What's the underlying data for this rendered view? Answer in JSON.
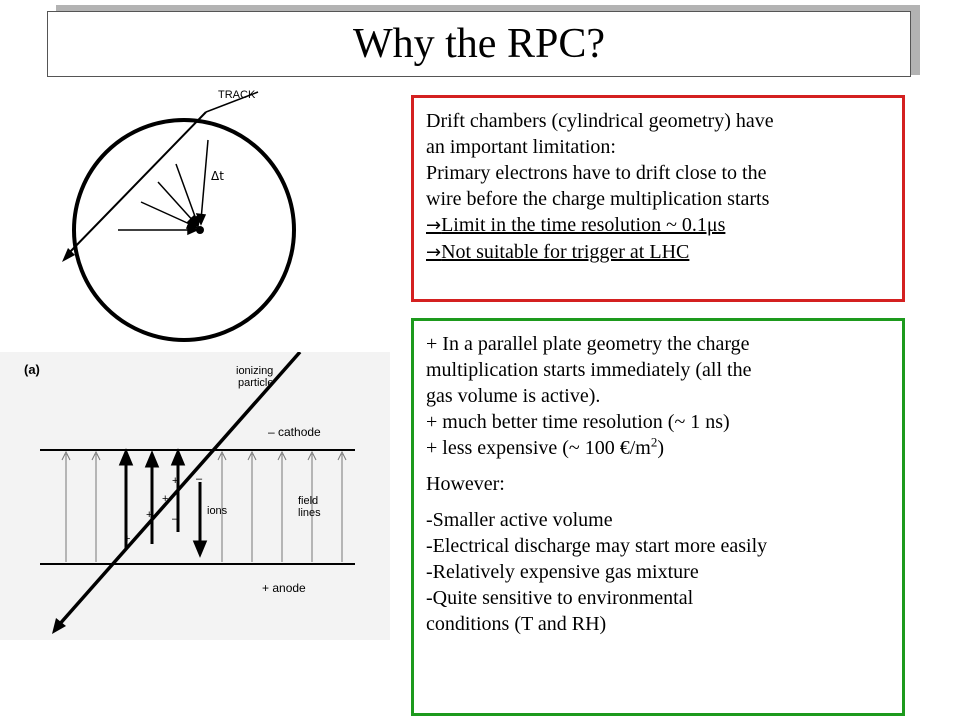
{
  "slide": {
    "title": "Why the RPC?"
  },
  "figure_top": {
    "track_label": "TRACK",
    "delta_label": "Δt"
  },
  "figure_bottom": {
    "panel_label": "(a)",
    "ionizing_label": "ionizing",
    "particle_label": "particle",
    "cathode_label": "– cathode",
    "ions_label": "ions",
    "field_label": "field",
    "lines_label": "lines",
    "anode_label": "+ anode",
    "plus_sign": "+",
    "minus_sign": "–"
  },
  "red_box": {
    "line1": "Drift chambers (cylindrical geometry) have",
    "line2": "an important limitation:",
    "line3": "Primary electrons have to drift close to the",
    "line4": "wire before the charge multiplication starts",
    "arrow": "→",
    "line5": "Limit in the time resolution ~ 0.1μs",
    "line6": "Not suitable for trigger at LHC"
  },
  "green_box": {
    "p1": "+ In a parallel plate geometry the charge",
    "p2": "multiplication starts immediately (all the",
    "p3": "gas volume is active).",
    "p4": "+ much better time resolution (~ 1 ns)",
    "p5_pre": "+ less expensive (~ 100 €/m",
    "p5_sup": "2",
    "p5_post": ")",
    "however": "However:",
    "c1": "-Smaller active volume",
    "c2": "-Electrical discharge may start more easily",
    "c3": "-Relatively expensive gas mixture",
    "c4": "-Quite sensitive to environmental",
    "c5": "conditions (T and RH)"
  }
}
